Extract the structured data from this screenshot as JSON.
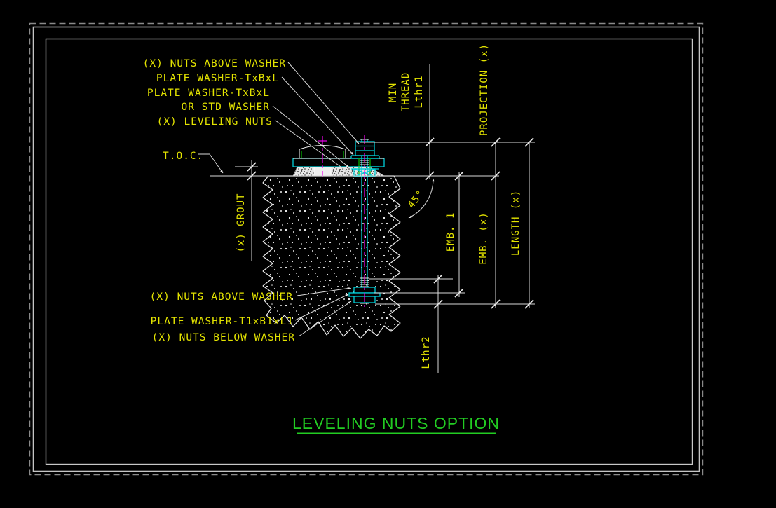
{
  "drawing": {
    "title": "LEVELING NUTS OPTION",
    "callouts": {
      "top": [
        {
          "label": "(X) NUTS ABOVE WASHER"
        },
        {
          "label": "PLATE WASHER-TxBxL"
        },
        {
          "label": "PLATE WASHER-TxBxL"
        },
        {
          "label": "OR STD WASHER"
        },
        {
          "label": "(X) LEVELING NUTS"
        }
      ],
      "bottom": [
        {
          "label": "(X) NUTS ABOVE WASHER"
        },
        {
          "label": "PLATE WASHER-T1xB1xL1"
        },
        {
          "label": "(X) NUTS BELOW WASHER"
        }
      ],
      "toc": "T.O.C."
    },
    "dimensions": {
      "grout": "(x) GROUT",
      "min_thread_line1": "MIN",
      "min_thread_line2": "THREAD",
      "min_thread_line3": "Lthr1",
      "projection": "PROJECTION (x)",
      "emb1": "EMB. 1",
      "emb_x": "EMB. (x)",
      "length": "LENGTH (x)",
      "lthr2": "Lthr2",
      "angle": "45°"
    },
    "colors": {
      "background": "#000000",
      "callout_text": "#E3E300",
      "title_text": "#22CC22",
      "hardware": "#00CFD8",
      "centerline": "#EE00EE",
      "dimension_lines": "#D9D9D9",
      "weld_marks": "#00BB00",
      "frame": "#C8C8C8"
    }
  }
}
